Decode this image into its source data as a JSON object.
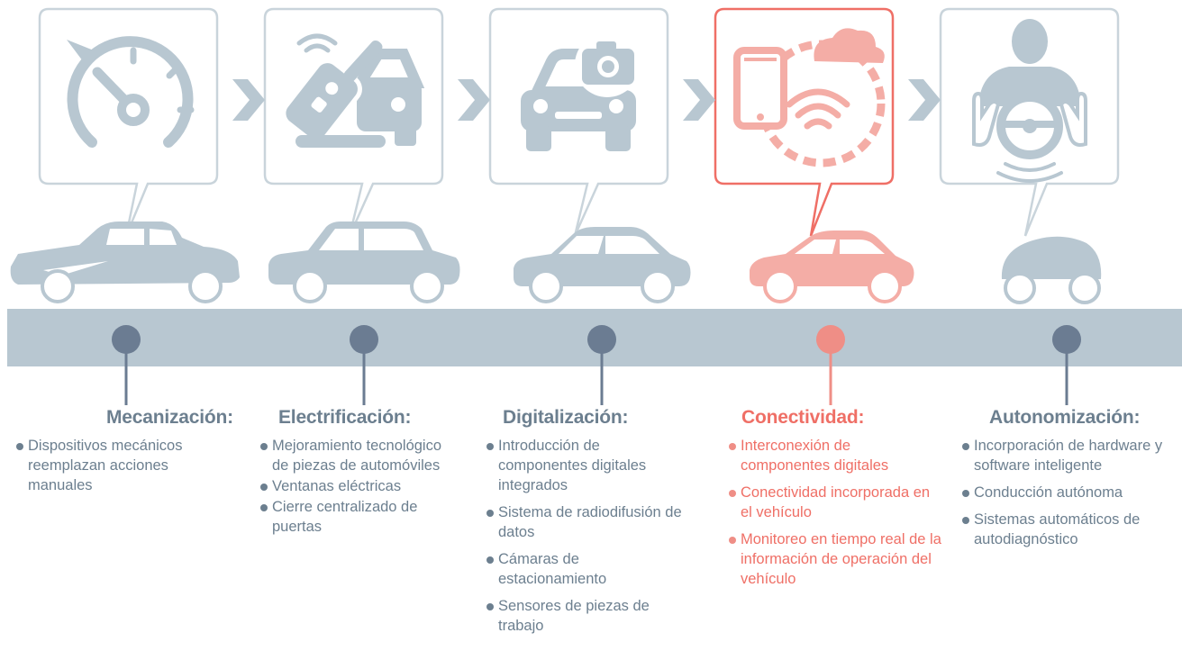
{
  "colors": {
    "gray": "#b8c7d1",
    "outline": "#c9d4db",
    "dark": "#6c7f8f",
    "dot": "#6b7c92",
    "accent": "#ef6f66",
    "accent_light": "#f4ada6",
    "title": "#6c7f8f"
  },
  "stages": [
    {
      "title": "Mecanización:",
      "active": false,
      "icon": "speedometer-icon",
      "vehicle": "classic-car-icon",
      "items": [
        "Dispositivos mecánicos reemplazan acciones manuales"
      ]
    },
    {
      "title": "Electrificación:",
      "active": false,
      "icon": "electric-key-fob-icon",
      "vehicle": "sedan-car-icon",
      "items": [
        "Mejoramiento tecnológico de piezas de automóviles",
        "Ventanas eléctricas",
        "Cierre centralizado de puertas"
      ]
    },
    {
      "title": "Digitalización:",
      "active": false,
      "icon": "car-camera-icon",
      "vehicle": "modern-car-icon",
      "items": [
        "Introducción de componentes digitales integrados",
        "Sistema de radiodifusión de datos",
        "Cámaras de estacionamiento",
        "Sensores de piezas de trabajo"
      ]
    },
    {
      "title": "Conectividad:",
      "active": true,
      "icon": "phone-cloud-wifi-icon",
      "vehicle": "connected-car-icon",
      "items": [
        "Interconexión de componentes digitales",
        "Conectividad incorporada en el vehículo",
        "Monitoreo en tiempo real de la información de operación del vehículo"
      ]
    },
    {
      "title": "Autonomización:",
      "active": false,
      "icon": "autonomous-driver-icon",
      "vehicle": "autonomous-pod-icon",
      "items": [
        "Incorporación de hardware y software inteligente",
        "Conducción autónoma",
        "Sistemas automáticos de autodiagnóstico"
      ]
    }
  ]
}
